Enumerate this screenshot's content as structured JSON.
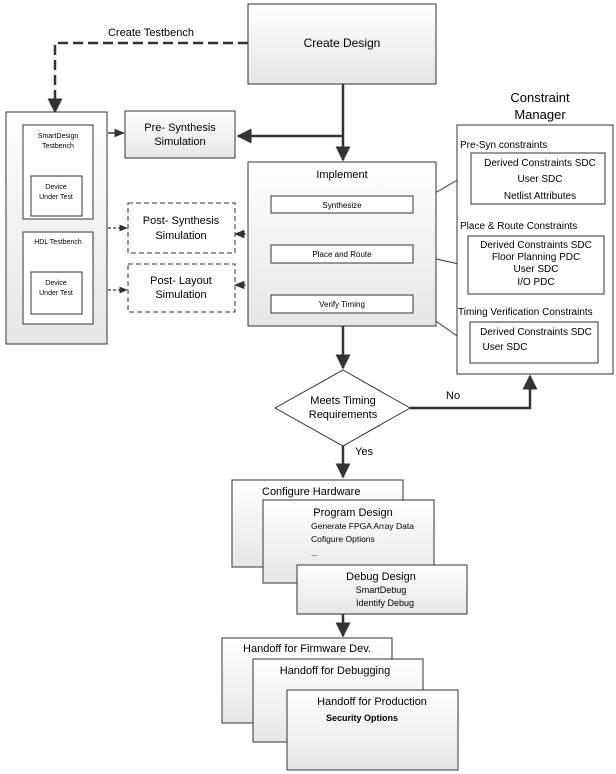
{
  "create_design": "Create Design",
  "create_testbench": "Create Testbench",
  "pre_synthesis": [
    "Pre- Synthesis",
    "Simulation"
  ],
  "post_synthesis": [
    "Post- Synthesis",
    "Simulation"
  ],
  "post_layout": [
    "Post- Layout",
    "Simulation"
  ],
  "smartdesign_testbench": [
    "SmartDesign",
    "Testbench"
  ],
  "hdl_testbench": "HDL Testbench",
  "device_under_test": [
    "Device",
    "Under Test"
  ],
  "implement": {
    "title": "Implement",
    "steps": [
      "Synthesize",
      "Place and Route",
      "Verify Timing"
    ]
  },
  "constraint_manager": {
    "title": [
      "Constraint",
      "Manager"
    ],
    "sections": [
      {
        "title": "Pre-Syn constraints",
        "items": [
          "Derived Constraints SDC",
          "User SDC",
          "Netlist Attributes"
        ]
      },
      {
        "title": "Place & Route Constraints",
        "items": [
          "Derived Constraints SDC",
          "Floor Planning PDC",
          "User SDC",
          "I/O  PDC"
        ]
      },
      {
        "title": "Timing Verification Constraints",
        "items": [
          "Derived Constraints SDC",
          "User SDC"
        ]
      }
    ]
  },
  "decision": {
    "lines": [
      "Meets Timing",
      "Requirements"
    ],
    "no": "No",
    "yes": "Yes"
  },
  "configure_hardware": "Configure Hardware",
  "program_design": {
    "title": "Program Design",
    "items": [
      "Generate FPGA Array Data",
      "Cofigure Options",
      "..."
    ]
  },
  "debug_design": {
    "title": "Debug Design",
    "items": [
      "SmartDebug",
      "Identify Debug"
    ]
  },
  "handoff_firmware": "Handoff for Firmware Dev.",
  "handoff_debugging": "Handoff for Debugging",
  "handoff_production": {
    "title": "Handoff for Production",
    "items": [
      "Security Options"
    ]
  }
}
